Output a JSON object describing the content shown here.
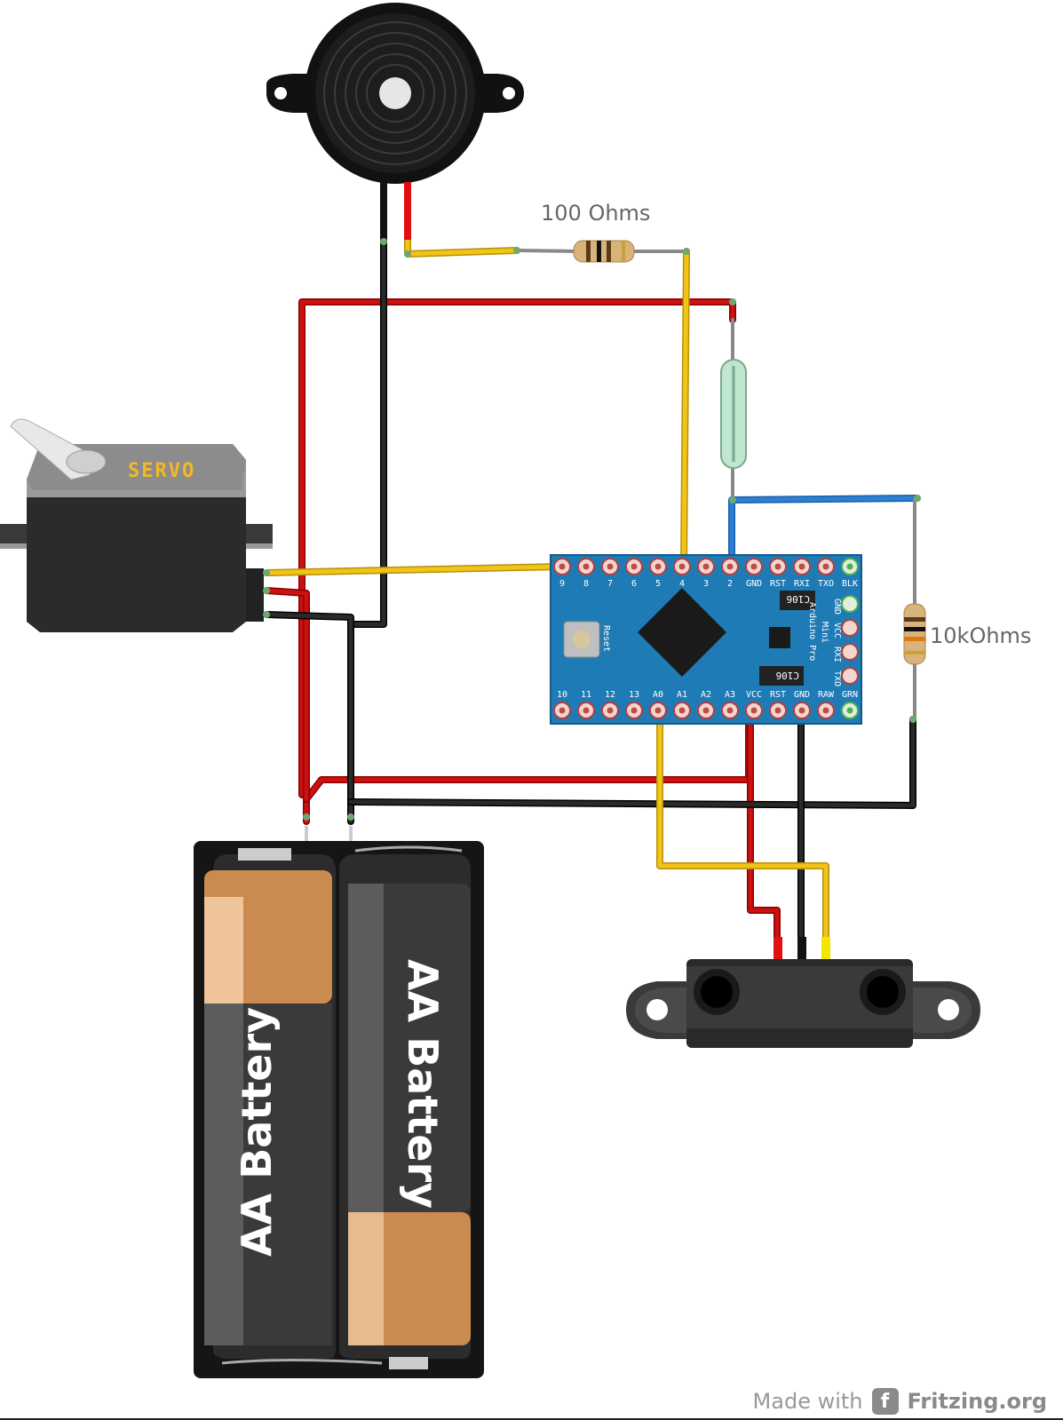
{
  "labels": {
    "resistor_top": "100 Ohms",
    "resistor_right": "10kOhms",
    "servo": "SERVO",
    "battery_left": "AA Battery",
    "battery_right": "AA Battery",
    "board_name_1": "Arduino Pro",
    "board_name_2": "Mini",
    "reset": "Reset",
    "chip_top": "C106",
    "chip_bottom": "C106"
  },
  "board": {
    "top_pins": [
      "9",
      "8",
      "7",
      "6",
      "5",
      "4",
      "3",
      "2",
      "GND",
      "RST",
      "RXI",
      "TXO",
      "BLK"
    ],
    "bottom_pins": [
      "10",
      "11",
      "12",
      "13",
      "A0",
      "A1",
      "A2",
      "A3",
      "VCC",
      "RST",
      "GND",
      "RAW",
      "GRN"
    ],
    "right_pins": [
      "GND",
      "VCC",
      "RXI",
      "TXO"
    ]
  },
  "footer": {
    "made_with": "Made with",
    "logo_glyph": "f",
    "brand": "Fritzing.org"
  },
  "colors": {
    "wire_red": "#cc1111",
    "wire_black": "#1a1a1a",
    "wire_yellow": "#f0c419",
    "wire_blue": "#2d7fd6",
    "board_blue": "#1f7bb5",
    "copper": "#d38a2e"
  }
}
